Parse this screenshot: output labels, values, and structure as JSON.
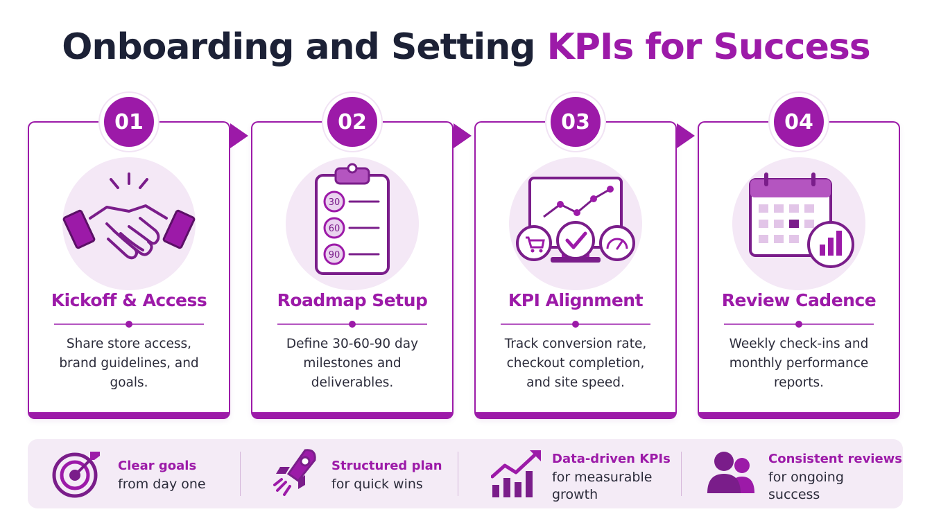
{
  "title": {
    "main": "Onboarding and Setting ",
    "accent": "KPIs for Success"
  },
  "steps": [
    {
      "number": "01",
      "title": "Kickoff & Access",
      "description": "Share store access, brand guidelines, and goals.",
      "icon": "handshake-icon"
    },
    {
      "number": "02",
      "title": "Roadmap Setup",
      "description": "Define 30-60-90 day milestones and deliverables.",
      "icon": "clipboard-checklist-icon",
      "milestones": [
        "30",
        "60",
        "90"
      ]
    },
    {
      "number": "03",
      "title": "KPI Alignment",
      "description": "Track conversion rate, checkout completion, and site speed.",
      "icon": "monitor-analytics-icon"
    },
    {
      "number": "04",
      "title": "Review Cadence",
      "description": "Weekly check-ins and monthly performance reports.",
      "icon": "calendar-chart-icon"
    }
  ],
  "features": [
    {
      "title": "Clear goals",
      "subtitle": "from day one",
      "icon": "target-icon"
    },
    {
      "title": "Structured plan",
      "subtitle": "for quick wins",
      "icon": "rocket-icon"
    },
    {
      "title": "Data-driven KPIs",
      "subtitle": "for measurable growth",
      "icon": "growth-chart-icon"
    },
    {
      "title": "Consistent reviews",
      "subtitle": "for ongoing success",
      "icon": "team-icon"
    }
  ],
  "colors": {
    "accent": "#9c1aa8",
    "title_dark": "#1c2136",
    "soft_bg": "#f4e8f6"
  }
}
